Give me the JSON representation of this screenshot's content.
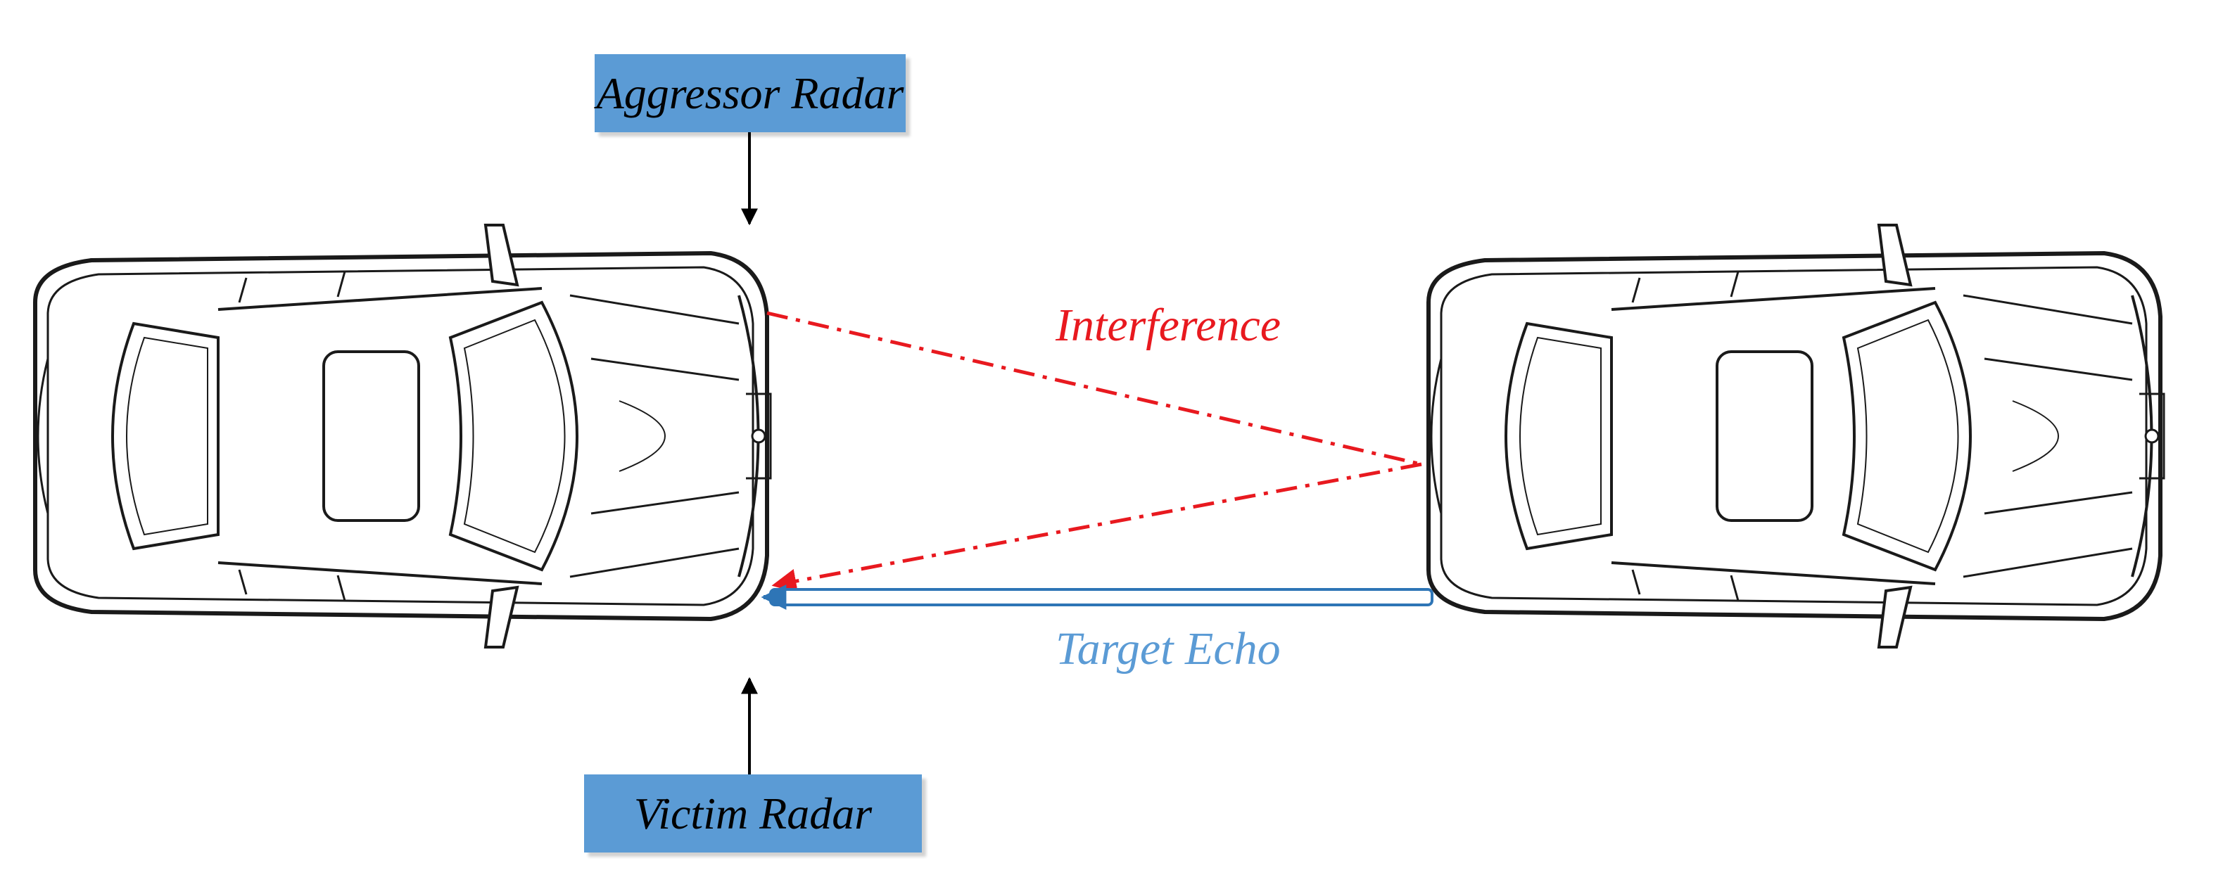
{
  "labels": {
    "aggressor_radar": "Aggressor Radar",
    "victim_radar": "Victim Radar",
    "interference": "Interference",
    "target_echo": "Target Echo"
  },
  "colors": {
    "radar_box": "#5b9bd5",
    "interference": "#e8191f",
    "target_echo": "#5b9bd5",
    "echo_line": "#2e75b6",
    "car_outline": "#1a1a1a"
  }
}
